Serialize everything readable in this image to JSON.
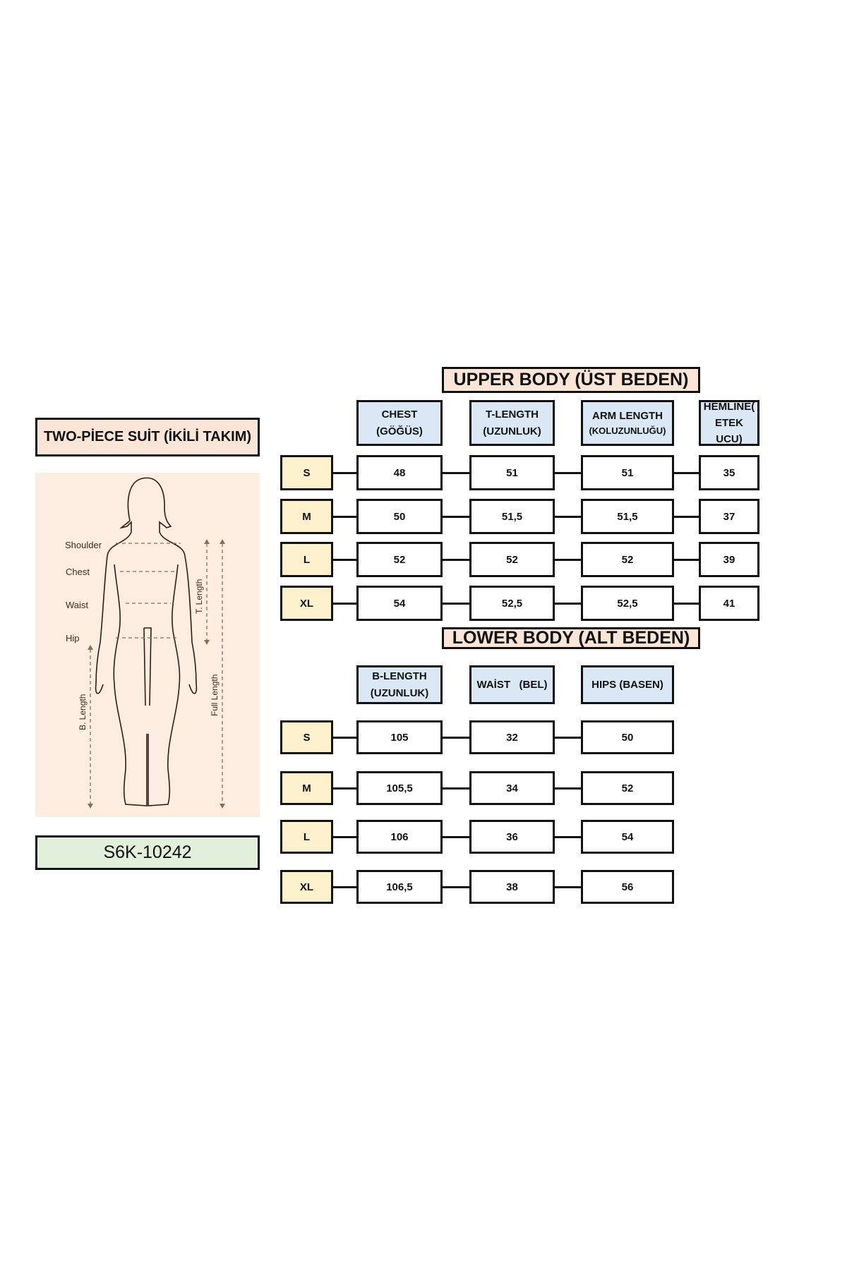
{
  "product": {
    "title": "TWO-PİECE SUİT (İKİLİ TAKIM)",
    "code": "S6K-10242"
  },
  "figure": {
    "labels": {
      "shoulder": "Shoulder",
      "chest": "Chest",
      "waist": "Waist",
      "hip": "Hip",
      "t_length": "T. Length",
      "b_length": "B. Length",
      "full_length": "Full Length"
    }
  },
  "upper": {
    "title": "UPPER BODY (ÜST BEDEN)",
    "headers": [
      {
        "line1": "CHEST",
        "line2": "(GÖĞÜS)"
      },
      {
        "line1": "T-LENGTH",
        "line2": "(UZUNLUK)"
      },
      {
        "line1": "ARM LENGTH",
        "line2": "(KOLUZUNLUĞU)"
      },
      {
        "line1": "HEMLİNE(",
        "line2": "ETEK UCU)"
      }
    ],
    "rows": [
      {
        "size": "S",
        "values": [
          "48",
          "51",
          "51",
          "35"
        ]
      },
      {
        "size": "M",
        "values": [
          "50",
          "51,5",
          "51,5",
          "37"
        ]
      },
      {
        "size": "L",
        "values": [
          "52",
          "52",
          "52",
          "39"
        ]
      },
      {
        "size": "XL",
        "values": [
          "54",
          "52,5",
          "52,5",
          "41"
        ]
      }
    ]
  },
  "lower": {
    "title": "LOWER BODY (ALT BEDEN)",
    "headers": [
      {
        "line1": "B-LENGTH",
        "line2": "(UZUNLUK)"
      },
      {
        "line1": "WAİST   (BEL)",
        "line2": ""
      },
      {
        "line1": "HIPS (BASEN)",
        "line2": ""
      }
    ],
    "rows": [
      {
        "size": "S",
        "values": [
          "105",
          "32",
          "50"
        ]
      },
      {
        "size": "M",
        "values": [
          "105,5",
          "34",
          "52"
        ]
      },
      {
        "size": "L",
        "values": [
          "106",
          "36",
          "54"
        ]
      },
      {
        "size": "XL",
        "values": [
          "106,5",
          "38",
          "56"
        ]
      }
    ]
  },
  "colors": {
    "title_bg": "#fbe5d6",
    "header_bg": "#dae8f5",
    "size_bg": "#fdf0cc",
    "code_bg": "#e2efda",
    "panel_bg": "#fdece0"
  }
}
